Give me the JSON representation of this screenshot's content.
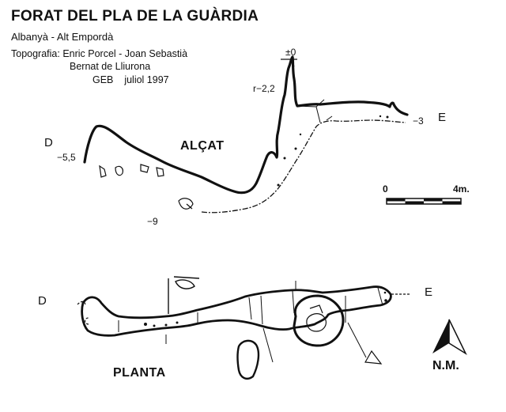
{
  "title": "FORAT DEL PLA DE LA GUÀRDIA",
  "location": "Albanyà - Alt Empordà",
  "credits": {
    "line1": "Topografia: Enric Porcel - Joan Sebastià",
    "line2": "Bernat de Lliurona",
    "line3_org": "GEB",
    "line3_date": "juliol 1997"
  },
  "elevation": {
    "section_title": "ALÇAT",
    "depths": {
      "zero": "±0",
      "d22": "r−2,2",
      "d3": "−3",
      "d55": "−5,5",
      "d9": "−9"
    },
    "ends": {
      "left": "D",
      "right": "E"
    }
  },
  "plan": {
    "section_title": "PLANTA",
    "ends": {
      "left": "D",
      "right": "E"
    }
  },
  "scale": {
    "start": "0",
    "end": "4m."
  },
  "north": {
    "label": "N.M."
  }
}
